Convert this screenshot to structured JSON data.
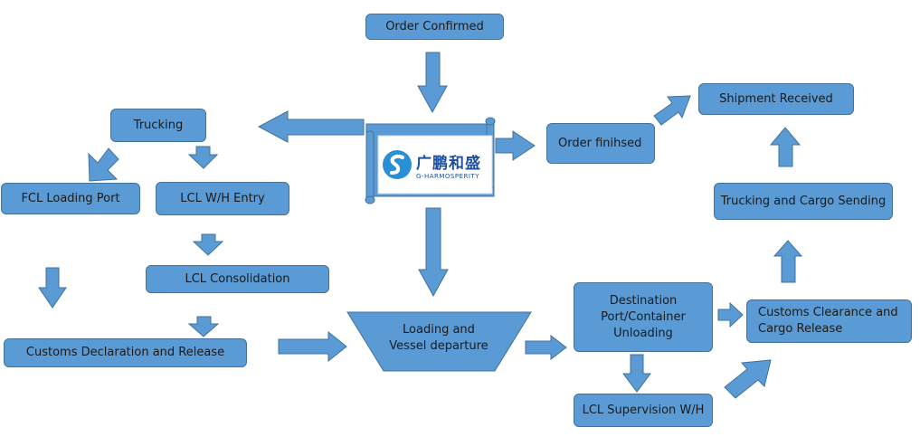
{
  "nodes": {
    "order_confirmed": "Order Confirmed",
    "trucking": "Trucking",
    "fcl_loading_port": "FCL Loading Port",
    "lcl_wh_entry": "LCL W/H Entry",
    "lcl_consolidation": "LCL Consolidation",
    "customs_declaration": "Customs Declaration and Release",
    "loading_vessel": "Loading and\nVessel departure",
    "destination_unloading": "Destination\nPort/Container\nUnloading",
    "lcl_supervision": "LCL Supervision W/H",
    "customs_clearance": "Customs Clearance and\nCargo Release",
    "trucking_cargo_sending": "Trucking and Cargo Sending",
    "shipment_received": "Shipment Received",
    "order_finished": "Order finihsed"
  },
  "logo": {
    "name_cn": "广鹏和盛",
    "name_en": "G-HARMOSPERITY",
    "icon": "s-swirl-logo-icon",
    "color": "#1e4f9c",
    "accent": "#2b8fd6"
  },
  "colors": {
    "box_fill": "#5b9bd5",
    "box_border": "#41719c",
    "text": "#1a1a1a"
  }
}
